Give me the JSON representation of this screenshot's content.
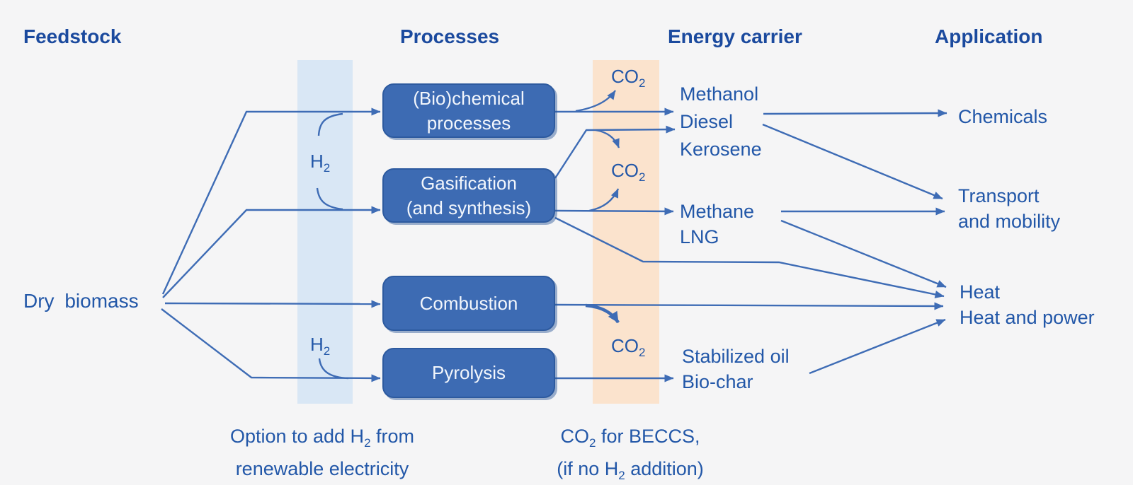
{
  "columns": [
    "Feedstock",
    "Processes",
    "Energy carrier",
    "Application"
  ],
  "feedstock": {
    "label": "Dry biomass"
  },
  "processes": [
    {
      "lines": [
        "(Bio)chemical",
        "processes"
      ]
    },
    {
      "lines": [
        "Gasification",
        "(and synthesis)"
      ]
    },
    {
      "lines": [
        "Combustion"
      ]
    },
    {
      "lines": [
        "Pyrolysis"
      ]
    }
  ],
  "energy_carriers": {
    "group1": [
      "Methanol",
      "Diesel",
      "Kerosene"
    ],
    "group2": [
      "Methane",
      "LNG"
    ],
    "group3": [
      "Stabilized oil",
      "Bio-char"
    ]
  },
  "applications": {
    "chemicals": "Chemicals",
    "transport": [
      "Transport",
      "and mobility"
    ],
    "heat": [
      "Heat",
      "Heat and power"
    ]
  },
  "labels": {
    "h2": {
      "main": "H",
      "sub": "2"
    },
    "co2": {
      "main": "CO",
      "sub": "2"
    }
  },
  "captions": {
    "h2_option": {
      "line1_pre": "Option to add H",
      "line1_sub": "2",
      "line1_post": " from",
      "line2": "renewable electricity"
    },
    "co2_beccs": {
      "line1_pre": "CO",
      "line1_sub": "2",
      "line1_post": " for BECCS,",
      "line2_pre": "(if no H",
      "line2_sub": "2",
      "line2_post": " addition)"
    }
  },
  "colors": {
    "header_text": "#1b4a9e",
    "label_text": "#2257a8",
    "arrow": "#3e6cb5",
    "box_fill": "#3d6bb3",
    "box_border": "#2d5a9f",
    "box_text": "#f2f6fc",
    "h2_band": "#d9e7f5",
    "co2_band": "#fbe3cd",
    "background": "#f5f5f6"
  }
}
